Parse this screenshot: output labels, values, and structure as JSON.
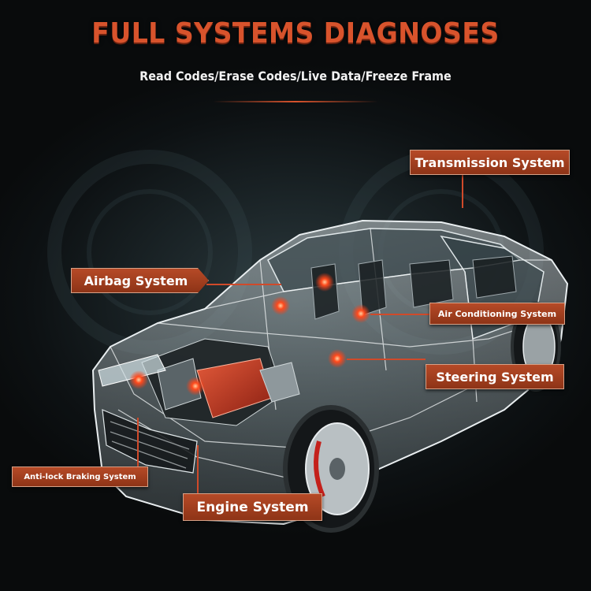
{
  "header": {
    "title": "FULL SYSTEMS DIAGNOSES",
    "subtitle": "Read Codes/Erase Codes/Live Data/Freeze Frame"
  },
  "labels": {
    "transmission": "Transmission System",
    "airbag": "Airbag System",
    "air_conditioning": "Air Conditioning System",
    "steering": "Steering System",
    "abs": "Anti-lock Braking System",
    "engine": "Engine System"
  },
  "colors": {
    "accent": "#d8532c",
    "label_bg": "#9e3c1c",
    "hotspot": "#ff4a1c"
  }
}
